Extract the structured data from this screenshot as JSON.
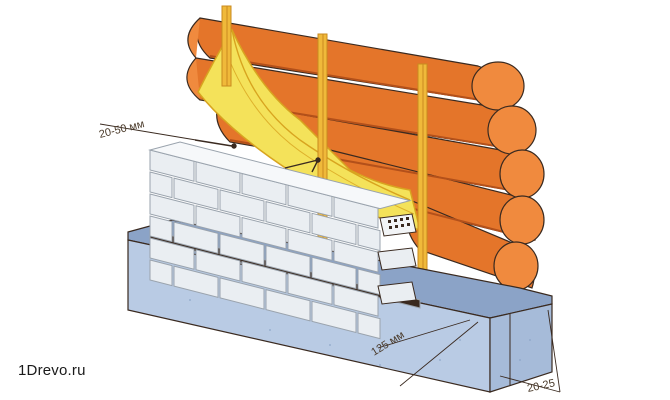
{
  "dimensions": {
    "air_gap": "20-50 мм",
    "brick_width": "125 мм",
    "foundation_offset": "20-25"
  },
  "watermark": "1Drevo.ru",
  "colors": {
    "log": "#e4752a",
    "log_dark": "#b3501a",
    "log_end": "#f08a3e",
    "insulation": "#f4e25a",
    "insulation_line": "#d8a41f",
    "stud": "#f0b93a",
    "stud_edge": "#c98a1f",
    "brick": "#eaeef2",
    "brick_edge": "#9aa3ad",
    "foundation": "#b9cbe4",
    "foundation_dark": "#8ba3c7",
    "outline": "#3a2a20"
  }
}
